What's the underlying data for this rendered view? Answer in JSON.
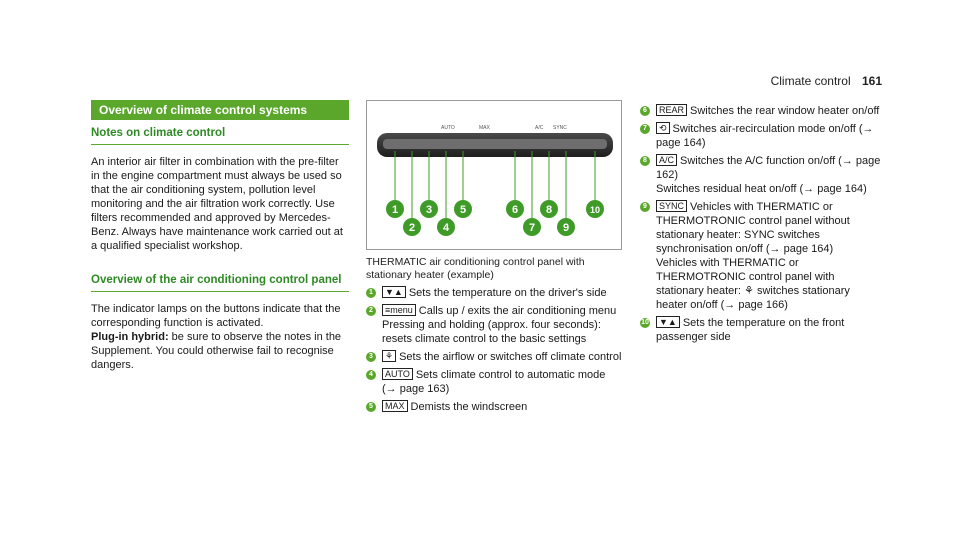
{
  "header": {
    "title": "Climate control",
    "page": "161"
  },
  "left": {
    "section_title": "Overview of climate control systems",
    "notes_heading": "Notes on climate control",
    "notes_text": "An interior air filter in combination with the pre-filter in the engine compartment must always be used so that the air conditioning system, pollution level monitoring and the air filtration work correctly. Use filters recommended and approved by Mercedes-Benz. Always have maintenance work carried out at a qualified specialist workshop.",
    "overview_heading": "Overview of the air conditioning control panel",
    "overview_text": "The indicator lamps on the buttons indicate that the corresponding function is activated.",
    "plugin_label": "Plug-in hybrid:",
    "plugin_text": " be sure to observe the notes in the Supplement. You could otherwise fail to recognise dangers."
  },
  "figure": {
    "panel_labels": [
      "AUTO",
      "A/C",
      "SYNC",
      "MAX"
    ],
    "callouts": [
      "1",
      "2",
      "3",
      "4",
      "5",
      "6",
      "7",
      "8",
      "9",
      "10"
    ],
    "caption": "THERMATIC air conditioning control panel with stationary heater (example)"
  },
  "items_mid": [
    {
      "num": "1",
      "sym": "▼▲",
      "text": "Sets the temperature on the driver's side"
    },
    {
      "num": "2",
      "sym": "≡menu",
      "text": "Calls up / exits the air conditioning menu",
      "extra": "Pressing and holding (approx. four seconds): resets climate control to the basic settings"
    },
    {
      "num": "3",
      "sym": "⚘",
      "text": "Sets the airflow or switches off climate control"
    },
    {
      "num": "4",
      "sym": "AUTO",
      "text": "Sets climate control to automatic mode (→ page 163)"
    },
    {
      "num": "5",
      "sym": "MAX",
      "text": "Demists the windscreen"
    }
  ],
  "items_right": [
    {
      "num": "6",
      "sym": "REAR",
      "text": "Switches the rear window heater on/off"
    },
    {
      "num": "7",
      "sym": "⟲",
      "text": "Switches air-recirculation mode on/off (→ page 164)"
    },
    {
      "num": "8",
      "sym": "A/C",
      "text": "Switches the A/C function on/off (→ page 162)",
      "extra": "Switches residual heat on/off (→ page 164)"
    },
    {
      "num": "9",
      "sym": "SYNC",
      "text": "Vehicles with THERMATIC or THERMOTRONIC control panel without stationary heater: SYNC switches synchronisation on/off (→ page 164)",
      "extra": "Vehicles with THERMATIC or THERMOTRONIC control panel with stationary heater: ⚘ switches stationary heater on/off (→ page 166)"
    },
    {
      "num": "10",
      "sym": "▼▲",
      "text": "Sets the temperature on the front passenger side"
    }
  ],
  "colors": {
    "accent": "#5aa72c",
    "callout": "#3f9b28"
  }
}
